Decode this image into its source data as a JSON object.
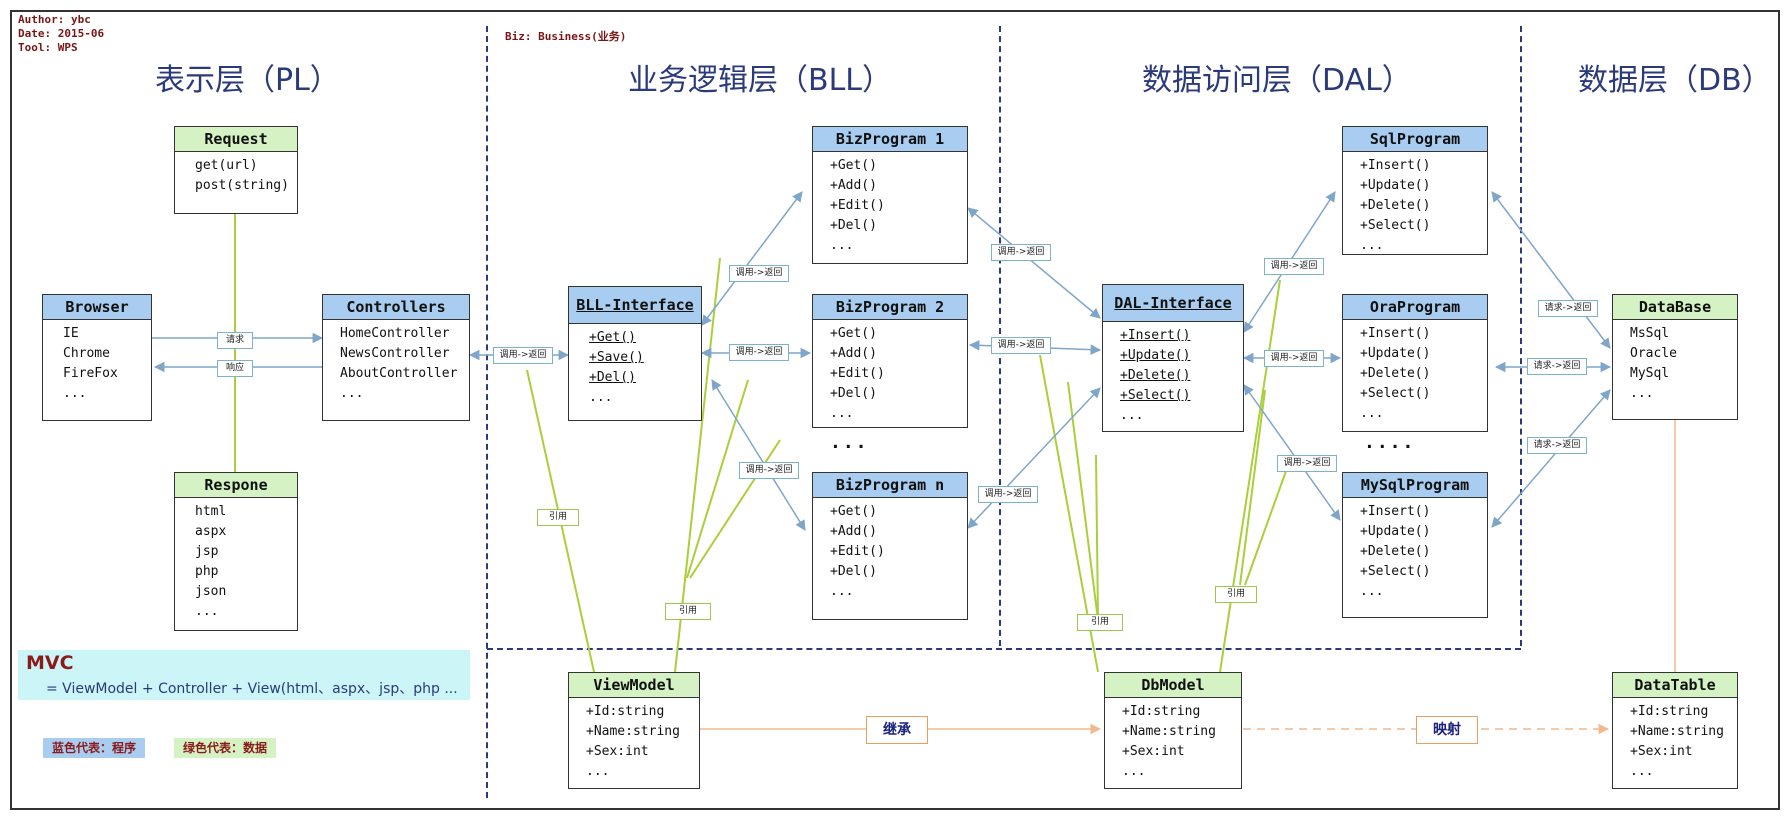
{
  "meta": {
    "author": "Author: ybc",
    "date": "Date: 2015-06",
    "tool": "Tool: WPS"
  },
  "biz_note": "Biz: Business(业务)",
  "layers": {
    "pl": "表示层（PL）",
    "bll": "业务逻辑层（BLL）",
    "dal": "数据访问层（DAL）",
    "db": "数据层（DB）"
  },
  "boxes": {
    "request": {
      "title": "Request",
      "items": [
        "get(url)",
        "post(string)"
      ]
    },
    "browser": {
      "title": "Browser",
      "items": [
        "IE",
        "Chrome",
        "FireFox",
        "..."
      ]
    },
    "controllers": {
      "title": "Controllers",
      "items": [
        "HomeController",
        "NewsController",
        "AboutController",
        "..."
      ]
    },
    "respone": {
      "title": "Respone",
      "items": [
        "html",
        "aspx",
        "jsp",
        "php",
        "json",
        "..."
      ]
    },
    "bll_interface": {
      "title": "BLL-Interface",
      "items": [
        "+Get()",
        "+Save()",
        "+Del()",
        "..."
      ]
    },
    "biz1": {
      "title": "BizProgram 1",
      "items": [
        "+Get()",
        "+Add()",
        "+Edit()",
        "+Del()",
        "..."
      ]
    },
    "biz2": {
      "title": "BizProgram 2",
      "items": [
        "+Get()",
        "+Add()",
        "+Edit()",
        "+Del()",
        "..."
      ]
    },
    "bizn": {
      "title": "BizProgram n",
      "items": [
        "+Get()",
        "+Add()",
        "+Edit()",
        "+Del()",
        "..."
      ]
    },
    "dal_interface": {
      "title": "DAL-Interface",
      "items": [
        "+Insert()",
        "+Update()",
        "+Delete()",
        "+Select()",
        "..."
      ]
    },
    "sql": {
      "title": "SqlProgram",
      "items": [
        "+Insert()",
        "+Update()",
        "+Delete()",
        "+Select()",
        "..."
      ]
    },
    "ora": {
      "title": "OraProgram",
      "items": [
        "+Insert()",
        "+Update()",
        "+Delete()",
        "+Select()",
        "..."
      ]
    },
    "mysql": {
      "title": "MySqlProgram",
      "items": [
        "+Insert()",
        "+Update()",
        "+Delete()",
        "+Select()",
        "..."
      ]
    },
    "database": {
      "title": "DataBase",
      "items": [
        "MsSql",
        "Oracle",
        "MySql",
        "..."
      ]
    },
    "viewmodel": {
      "title": "ViewModel",
      "items": [
        "+Id:string",
        "+Name:string",
        "+Sex:int",
        "..."
      ]
    },
    "dbmodel": {
      "title": "DbModel",
      "items": [
        "+Id:string",
        "+Name:string",
        "+Sex:int",
        "..."
      ]
    },
    "datatable": {
      "title": "DataTable",
      "items": [
        "+Id:string",
        "+Name:string",
        "+Sex:int",
        "..."
      ]
    }
  },
  "dots": {
    "bll": "...",
    "dal": "...."
  },
  "tags": {
    "request": "请求",
    "response": "响应",
    "call_return": "调用->返回",
    "request_return": "请求->返回",
    "reference": "引用"
  },
  "relations": {
    "inherit": "继承",
    "mapping": "映射"
  },
  "mvc": {
    "title": "MVC",
    "formula": "= ViewModel + Controller + View(html、aspx、jsp、php ..."
  },
  "legend": {
    "blue": "蓝色代表：程序",
    "green": "绿色代表：数据"
  },
  "colors": {
    "program_header": "#a9cdf0",
    "data_header": "#d4f2c4",
    "call_arrow": "#7fa6c8",
    "reference_line": "#a9cf3a",
    "inherit_line": "#f2b98c",
    "layer_divider": "#2b3a7a",
    "mvc_background": "#ccf5f8"
  }
}
